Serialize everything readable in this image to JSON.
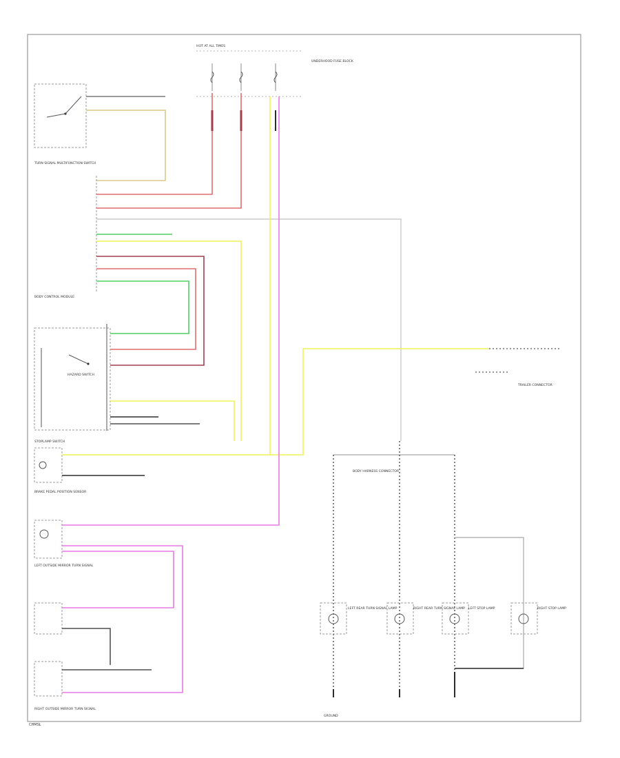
{
  "diagram": {
    "type": "wiring-diagram",
    "colors": {
      "red": "#e26a6a",
      "yellow": "#f1f05a",
      "green": "#4fd160",
      "magenta": "#e87ae8",
      "dark_red": "#a23d4b",
      "tan": "#d8c98a",
      "gray": "#a8a8a8",
      "black": "#2b2b2b"
    },
    "labels": {
      "header_center": "HOT AT ALL TIMES",
      "header_right": "UNDERHOOD FUSE BLOCK",
      "turn_signal_switch": "TURN SIGNAL MULTIFUNCTION SWITCH",
      "body_control_module": "BODY CONTROL MODULE",
      "stoplamp_switch": "STOPLAMP SWITCH",
      "brake_pedal_position": "BRAKE PEDAL POSITION SENSOR",
      "hazard_switch": "HAZARD SWITCH",
      "left_mirror": "LEFT OUTSIDE MIRROR TURN SIGNAL",
      "right_mirror": "RIGHT OUTSIDE MIRROR TURN SIGNAL",
      "trailer_connector": "TRAILER CONNECTOR",
      "body_harness_connector": "BODY HARNESS CONNECTOR",
      "left_rear_turn": "LEFT REAR TURN SIGNAL LAMP",
      "right_rear_turn": "RIGHT REAR TURN SIGNAL LAMP",
      "left_stop": "LEFT STOP LAMP",
      "right_stop": "RIGHT STOP LAMP",
      "ground": "GROUND",
      "footer": "CHMSL"
    }
  }
}
